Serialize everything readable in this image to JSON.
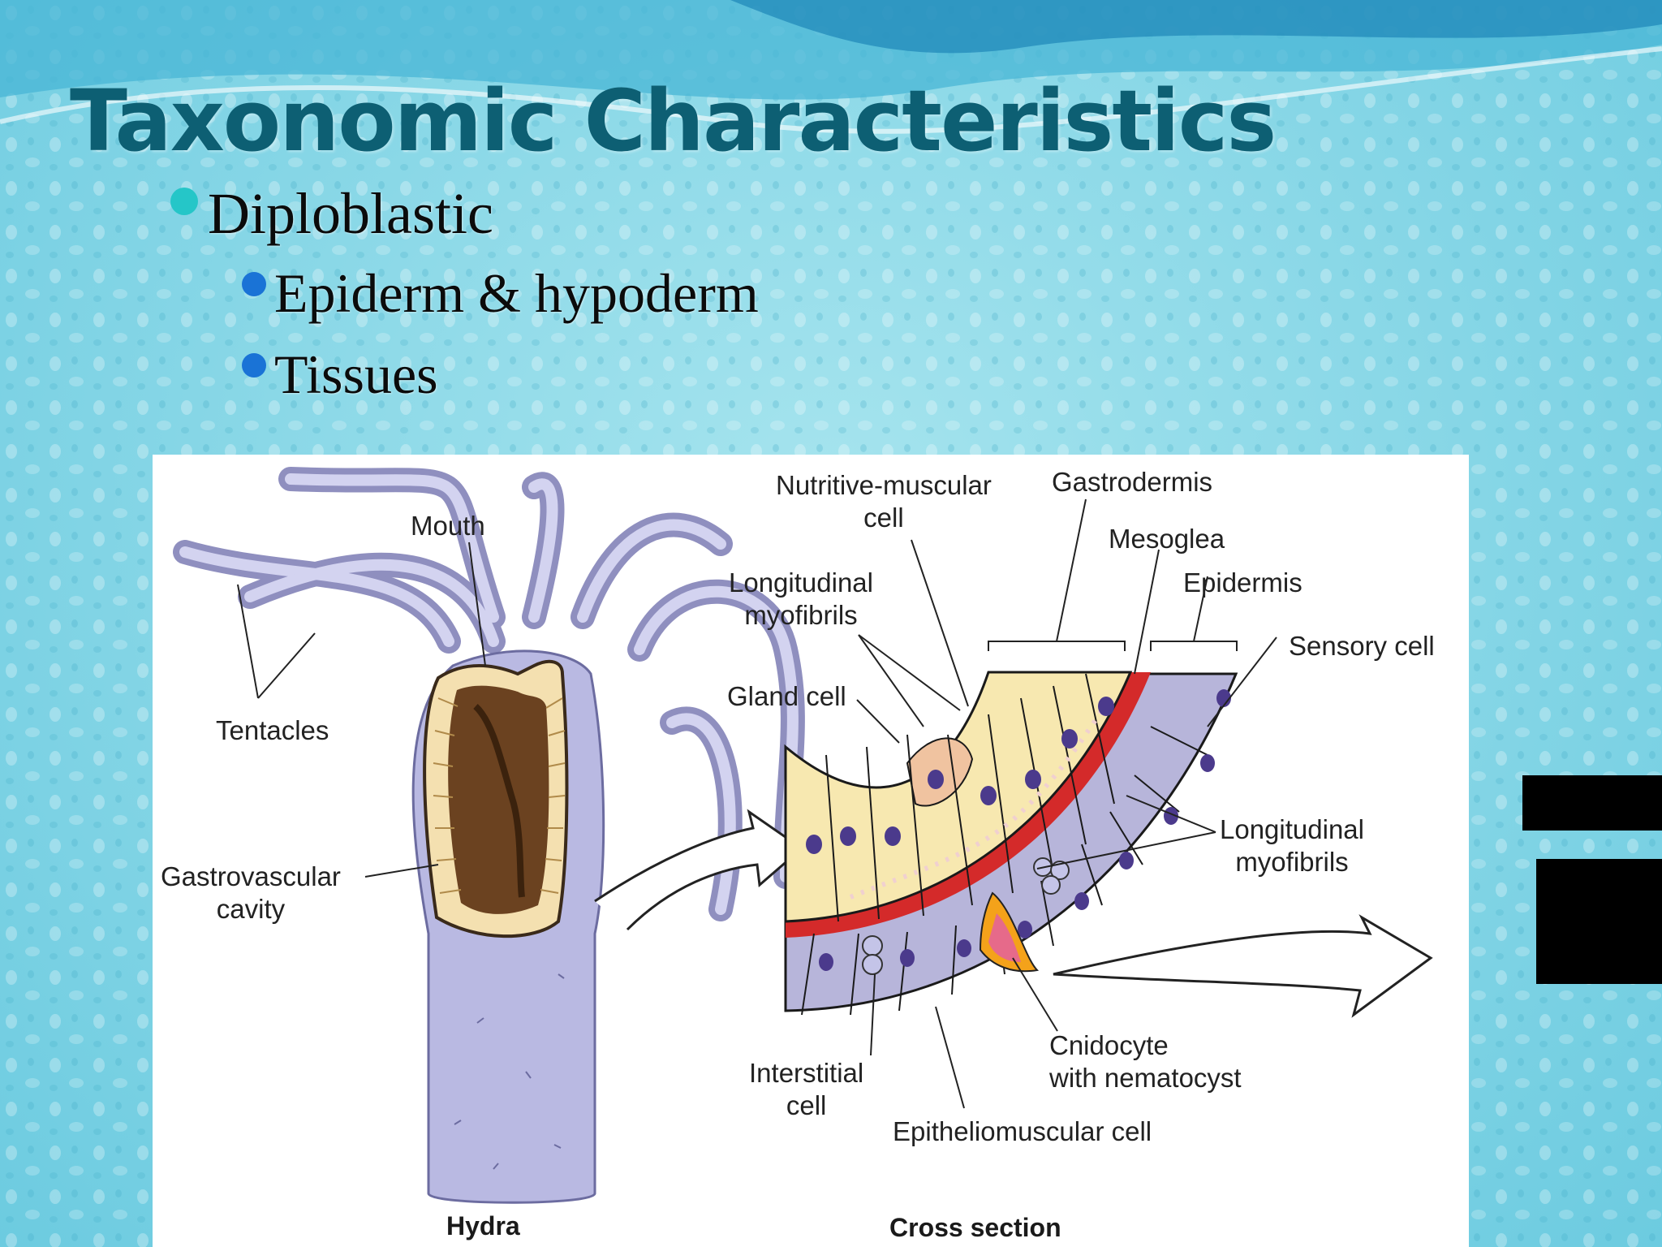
{
  "slide": {
    "title": "Taxonomic Characteristics",
    "bullets": [
      {
        "level": 1,
        "text": "Diploblastic",
        "bullet_color": "#25c6c8"
      },
      {
        "level": 2,
        "text": "Epiderm & hypoderm",
        "bullet_color": "#1a73d6"
      },
      {
        "level": 2,
        "text": "Tissues",
        "bullet_color": "#1a73d6"
      }
    ]
  },
  "figure": {
    "labels": {
      "mouth": "Mouth",
      "tentacles": "Tentacles",
      "gastrovascular": "Gastrovascular\ncavity",
      "nutritive": "Nutritive-muscular\ncell",
      "gastrodermis": "Gastrodermis",
      "mesoglea": "Mesoglea",
      "epidermis": "Epidermis",
      "long_myo_1": "Longitudinal\nmyofibrils",
      "sensory": "Sensory cell",
      "gland": "Gland cell",
      "long_myo_2": "Longitudinal\nmyofibrils",
      "cnidocyte": "Cnidocyte\nwith nematocyst",
      "interstitial": "Interstitial\ncell",
      "epitheliomuscular": "Epitheliomuscular cell"
    },
    "captions": {
      "hydra": "Hydra",
      "cross": "Cross section"
    }
  },
  "colors": {
    "title": "#0d5f73",
    "background": "#86d6e6",
    "hydra_body": "#b9b9e2",
    "mesoglea": "#d42a2a",
    "gastrodermis_cell": "#f7e8b0",
    "gland_cell": "#f0c3a0",
    "nucleus": "#4b3a8c"
  }
}
